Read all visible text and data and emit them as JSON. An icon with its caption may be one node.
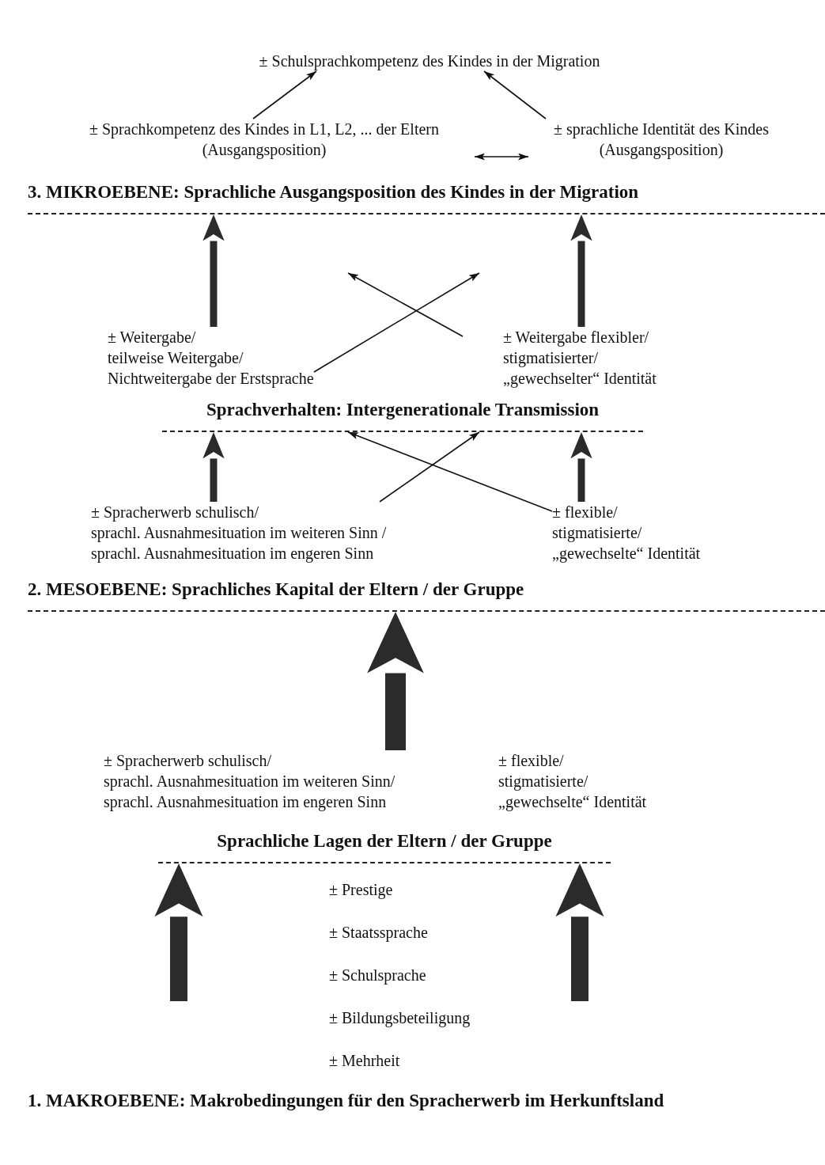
{
  "diagram": {
    "nodes": [
      {
        "text": [
          "± Schulsprachkompetenz des Kindes in der Migration"
        ]
      },
      {
        "text": [
          "± Sprachkompetenz des Kindes in L1, L2, ... der Eltern (Ausgangsposition)"
        ]
      },
      {
        "text": [
          "± sprachliche Identität des Kindes (Ausgangsposition)"
        ]
      },
      {
        "text": [
          "3. MIKROEBENE: Sprachliche Ausgangsposition des Kindes in der Migration"
        ]
      },
      {
        "text": [
          "± Weitergabe/ teilweise Weitergabe/ Nichtweitergabe der Erstsprache"
        ]
      },
      {
        "text": [
          "± Weitergabe flexibler/ stigmatisierter/ „gewechselter“ Identität"
        ]
      },
      {
        "text": [
          "Sprachverhalten: Intergenerationale Transmission"
        ]
      },
      {
        "text": [
          "± Spracherwerb schulisch/ sprachl. Ausnahmesituation im weiteren Sinn / sprachl. Ausnahmesituation im engeren Sinn"
        ]
      },
      {
        "text": [
          "± flexible/ stigmatisierte/ „gewechselte“ Identität"
        ]
      },
      {
        "text": [
          "2. MESOEBENE: Sprachliches Kapital der Eltern / der Gruppe"
        ]
      },
      {
        "text": [
          "± Spracherwerb schulisch/ sprachl. Ausnahmesituation im weiteren Sinn/ sprachl. Ausnahmesituation im engeren Sinn"
        ]
      },
      {
        "text": [
          "± flexible/ stigmatisierte/ „gewechselte“ Identität"
        ]
      },
      {
        "text": [
          "Sprachliche Lagen der Eltern / der Gruppe"
        ]
      }
    ],
    "edges": [
      {
        "from": 1,
        "to": 0,
        "arrow": "to"
      },
      {
        "from": 2,
        "to": 0,
        "arrow": "to"
      },
      {
        "from": 1,
        "to": 2,
        "arrow": "both"
      },
      {
        "from": 4,
        "to": 3,
        "arrow": "to",
        "style": "thick"
      },
      {
        "from": 5,
        "to": 3,
        "arrow": "to",
        "style": "thick"
      },
      {
        "from": 4,
        "to": null,
        "arrow": "to"
      },
      {
        "from": 5,
        "to": null,
        "arrow": "to"
      },
      {
        "from": 7,
        "to": 6,
        "arrow": "to",
        "style": "thick"
      },
      {
        "from": 8,
        "to": 6,
        "arrow": "to",
        "style": "thick"
      },
      {
        "from": 7,
        "to": 6,
        "arrow": "to"
      },
      {
        "from": 8,
        "to": 6,
        "arrow": "to"
      },
      {
        "from": 10,
        "to": 9,
        "arrow": "to",
        "style": "thick"
      },
      {
        "from": null,
        "to": 12,
        "arrow": "to",
        "style": "thick"
      },
      {
        "from": null,
        "to": 12,
        "arrow": "to",
        "style": "thick"
      }
    ],
    "labels": [
      "± Prestige",
      "± Staatssprache",
      "± Schulsprache",
      "± Bildungsbeteiligung",
      "± Mehrheit",
      "1. MAKROEBENE: Makrobedingungen für den Spracherwerb im Herkunftsland"
    ]
  }
}
